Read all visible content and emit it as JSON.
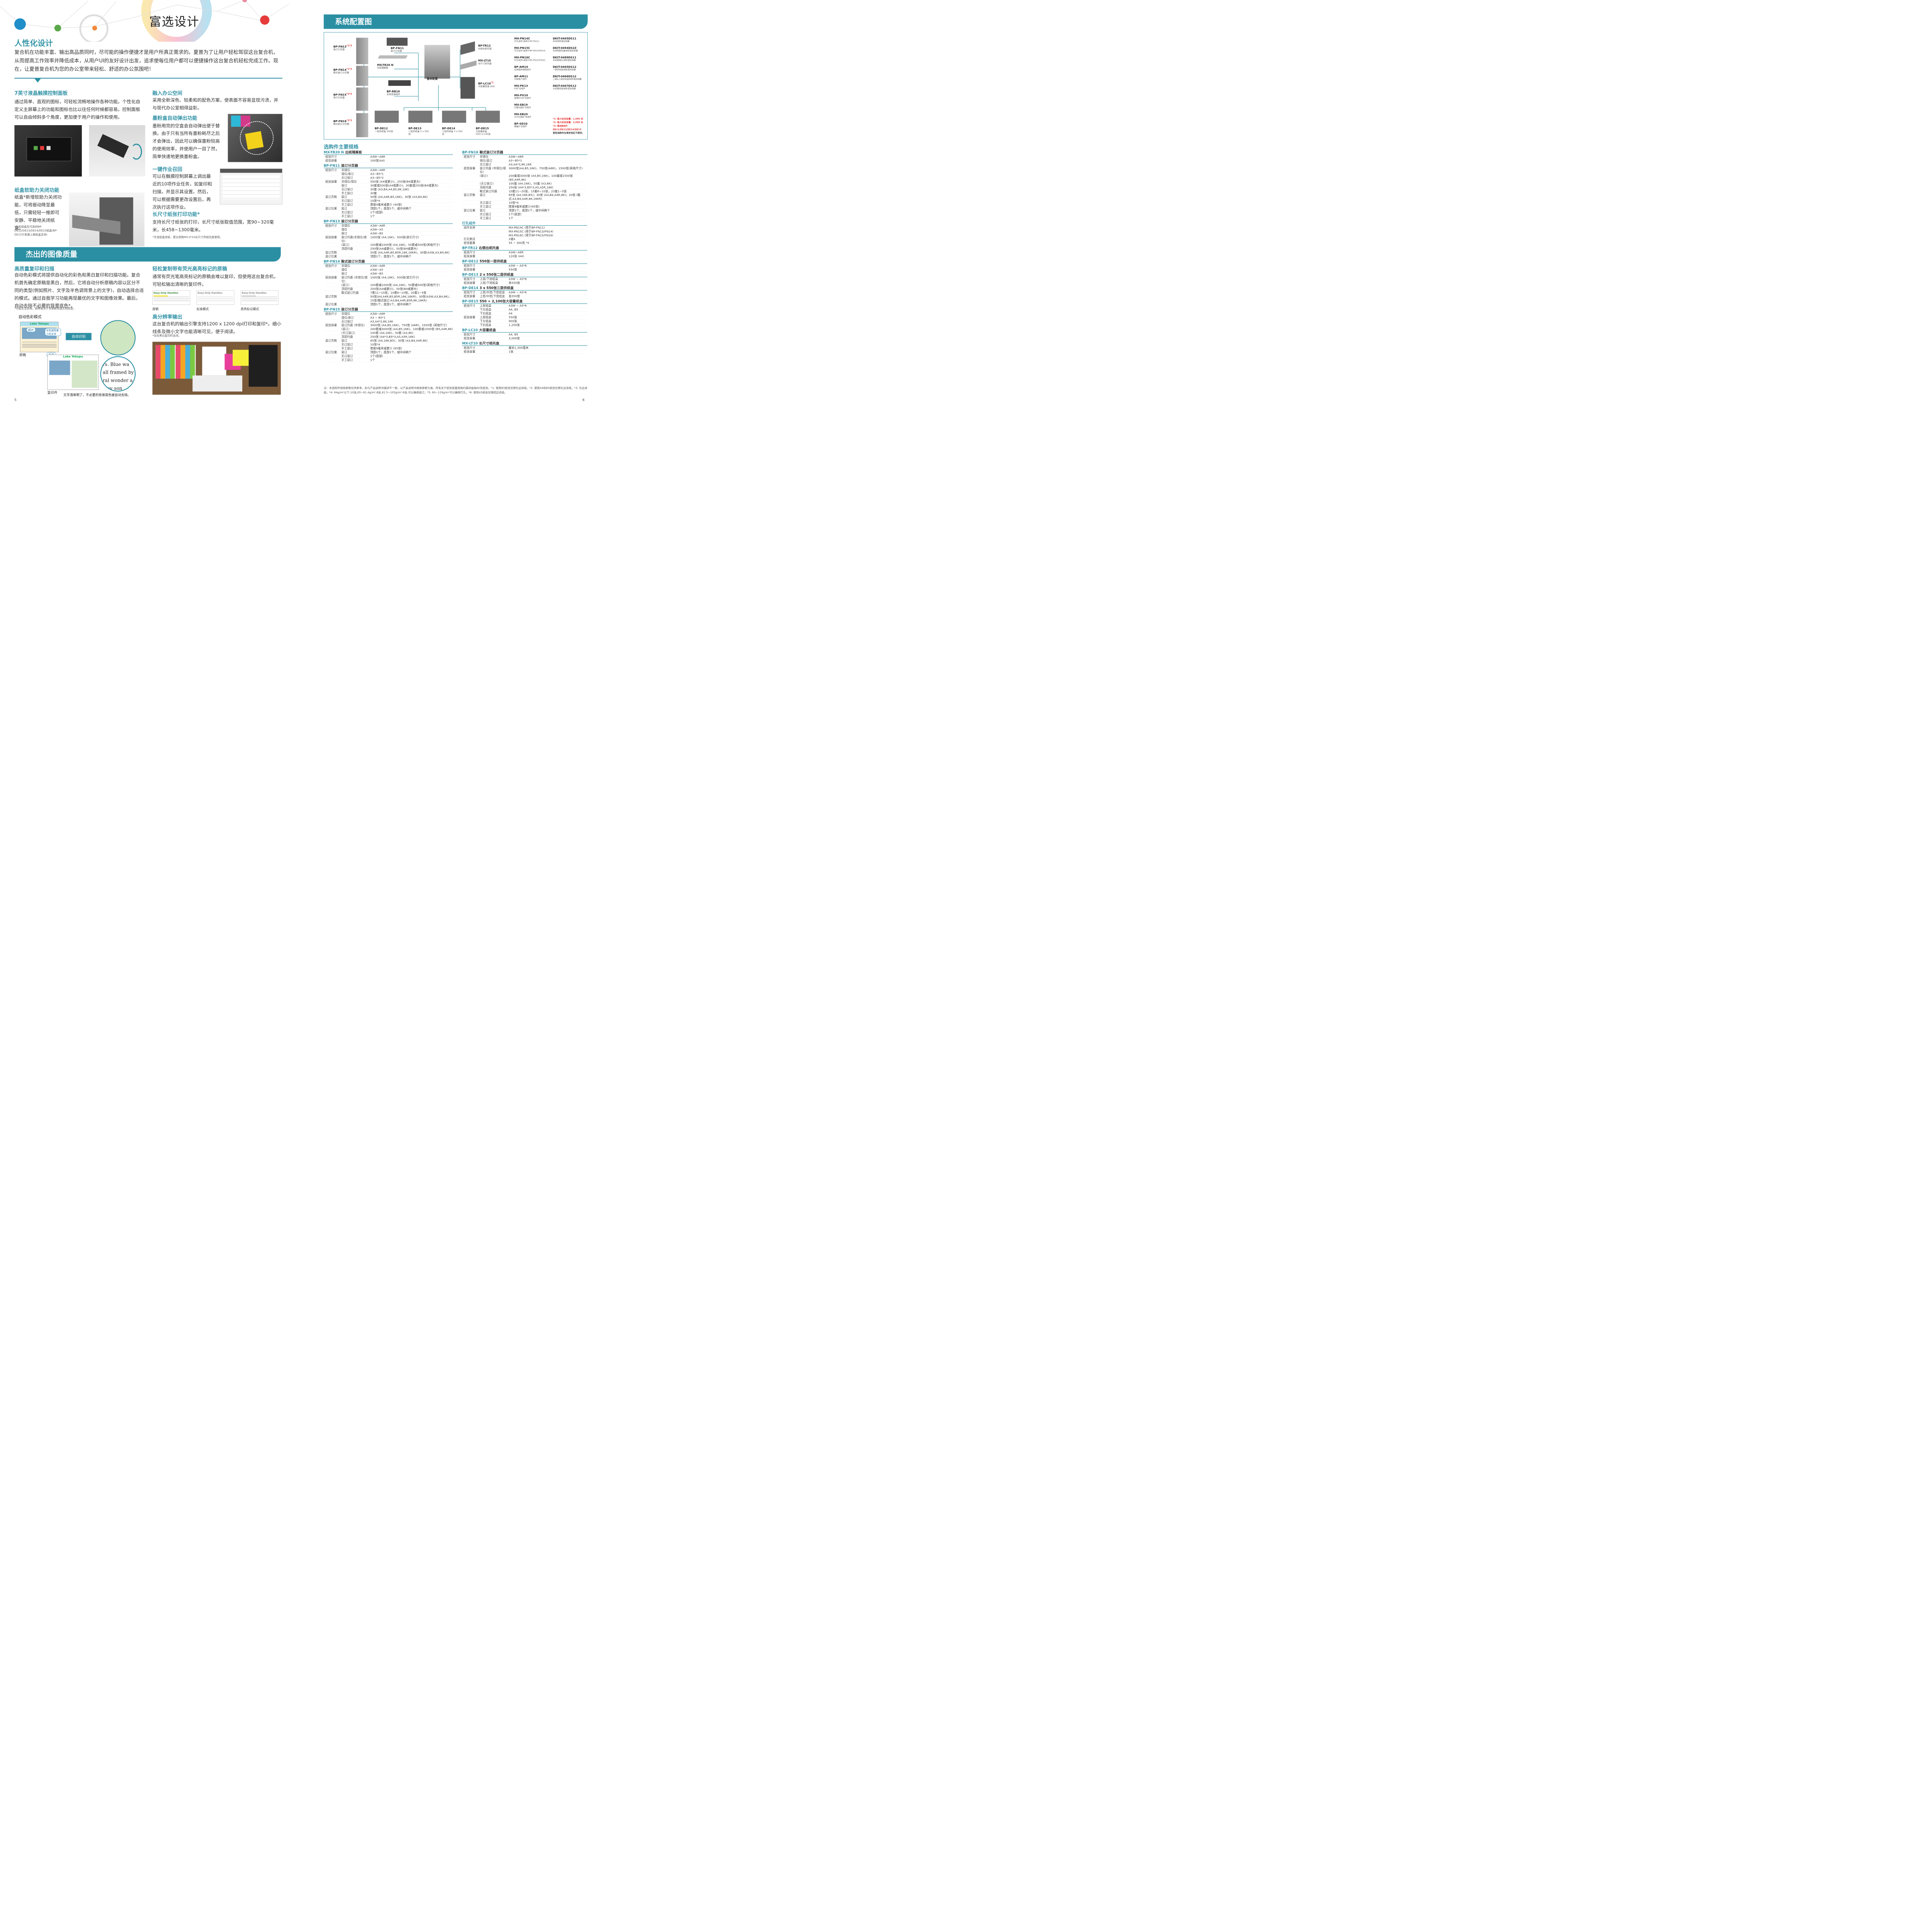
{
  "left": {
    "title": "富选设计",
    "s1": {
      "title": "人性化设计",
      "body": "复合机在功能丰富、输出高品质同时，尽可能的操作便捷才是用户所真正需求的。夏普为了让用户轻松驾驭这台复合机，从而提高工作效率并降低成本，从用户UI的友好设计出发，追求使每位用户都可以便捷操作这台复合机轻松完成工作。现在，让夏普复合机为您的办公室带来轻松、舒适的办公氛围吧！"
    },
    "f1": {
      "title": "7英寸液晶触摸控制面板",
      "body": "通过简单、直观的图标，可轻松流畅地操作各种功能。个性化自定义主屏幕上的功能和图标也比以往任何时候都容易。控制面板可以自由倾斜多个角度，更加便于用户的操作和使用。"
    },
    "f2": {
      "title": "融入办公空间",
      "body": "采用全新深色、较柔和的配色方案，使表面不容易显现污渍，并与现代办公室相得益彰。"
    },
    "f3": {
      "title": "墨粉盒自动弹出功能",
      "body": "墨粉用完的空盒会自动弹出便于替换。由于只有当所有墨粉耗尽之后才会弹出，因此可以确保墨粉较高的使用效率，并使用户一目了然，简单快速地更换墨粉盒。"
    },
    "f4": {
      "title": "一键作业召回",
      "body": "可以在触摸控制屏幕上调出最近的10项作业任务，如复印和扫描，并显示其设置。然后，可以根据需要更改设置后，再次执行这项作业。"
    },
    "f5": {
      "title": "纸盒软助力关闭功能",
      "body": "纸盒*新增软助力关闭功能，可将振动降至最低，只需轻轻一推即可安静、平稳地关闭纸盒。",
      "note": "*主机纸盒及可选的BP-DE12/DE13/DE14/DE15纸盒(BP-DE15只有最上层纸盒支持)"
    },
    "f6": {
      "title": "长尺寸纸张打印功能*",
      "body": "支持长尺寸纸张的打印，长尺寸纸张取值范围，宽90~320毫米，长458~1300毫米。",
      "note": "*手送纸盒进纸，建议选购MX-LT10长尺寸供纸托盘使用。"
    },
    "s2": {
      "title": "杰出的图像质量"
    },
    "f7": {
      "title": "高质量复印和扫描",
      "body": "自动色彩模式将提供自动化的彩色和黑白复印和扫描功能。复合机首先确定原稿是黑白，然后，它将自动分析原稿内容以区分不同的类型(例如照片、文字及半色调背景上的文字)，自动选择合适的模式。通过自我学习功能再现最优的文字和图像效果。最后，自动去除不必要的背景底色*。",
      "note": "*可能无法去除，具体取决于背景颜色或文档类型。"
    },
    "f8": {
      "title": "轻松复制带有荧光高亮标记的原稿",
      "body": "通常有荧光笔高亮标记的原稿会难以复印，但使用这台复合机，可轻松输出清晰的复印件。",
      "modes": [
        "原稿",
        "标准模式",
        "高亮标记模式"
      ],
      "sample": "Easy-Grip Handles"
    },
    "f9": {
      "title": "高分辨率输出",
      "body": "这台复合机的输出引擎支持1200 x 1200 dpi打印和复印*。细小线条及微小文字也能清晰可见，便于阅读。",
      "note": "*仅在黑白复印时支持。"
    },
    "auto": {
      "title": "自动色彩模式",
      "orig": "原稿",
      "copy": "复印件",
      "detect": "自动识别",
      "photo": "照片",
      "half": "半色调背景上的文字",
      "text": "文字",
      "caption": "文字清晰明了，不必要的背景底色被自动去除。",
      "lake": "Lake Tekapo",
      "mag": "rs. Blue wa all framed by ral wonder a njoy son"
    },
    "pageno": "5"
  },
  "right": {
    "title": "系统配置图",
    "diagram": {
      "base": "基本配置",
      "parts": [
        {
          "name": "BP-FN13",
          "sup": "*1*3",
          "desc": "装订分页器"
        },
        {
          "name": "BP-FN14",
          "sup": "*1*3",
          "desc": "鞍式装订分页器"
        },
        {
          "name": "BP-FN15",
          "sup": "*2*3",
          "desc": "装订分页器"
        },
        {
          "name": "BP-FN16",
          "sup": "*2*3",
          "desc": "鞍式装订分页器"
        },
        {
          "name": "BP-FN11",
          "sup": "",
          "desc": "装订分页器"
        },
        {
          "name": "MX-TR20 N",
          "sup": "",
          "desc": "出纸隔离板"
        },
        {
          "name": "BP-RB10",
          "sup": "",
          "desc": "走纸连接组件"
        },
        {
          "name": "BP-TR12",
          "sup": "",
          "desc": "右侧出纸托盘"
        },
        {
          "name": "MX-LT10",
          "sup": "",
          "desc": "长尺寸纸托盘"
        },
        {
          "name": "BP-LC10",
          "sup": "*1",
          "desc": "大容量纸盒 (A4)"
        },
        {
          "name": "BP-DE12",
          "sup": "",
          "desc": "一层供纸盒 550张"
        },
        {
          "name": "BP-DE13",
          "sup": "",
          "desc": "二层供纸盒 2 x 550张"
        },
        {
          "name": "BP-DE14",
          "sup": "",
          "desc": "三层供纸盒 3 x 550张"
        },
        {
          "name": "BP-DE15",
          "sup": "",
          "desc": "大容量纸盒 550+2,100张"
        }
      ],
      "opts_a": [
        {
          "name": "MX-PN14C",
          "desc": "打孔组件(适用于BP-FN11)"
        },
        {
          "name": "MX-PN15C",
          "desc": "打孔组件(适用于BP-FN13/FN14)"
        },
        {
          "name": "MX-PN16C",
          "desc": "打孔组件(适用于BP-FN15/FN16)"
        },
        {
          "name": "BP-AM10",
          "desc": "应用程序通信组件"
        },
        {
          "name": "BP-AM11",
          "desc": "外部账户组件"
        },
        {
          "name": "MX-PK13",
          "desc": "PS扩充组件"
        },
        {
          "name": "MX-PU10",
          "desc": "直接打印扩充组件"
        },
        {
          "name": "MX-EB19",
          "desc": "扫描功能扩充组件"
        },
        {
          "name": "MX-EB20",
          "desc": "OCR功能扩充组件"
        },
        {
          "name": "BP-SD10",
          "desc": "硬盘扩充组件"
        }
      ],
      "opts_b": [
        {
          "name": "DKIT-0495DS11",
          "desc": "本体用除湿加热器"
        },
        {
          "name": "DKIT-0494DS2Z",
          "desc": "本体和配纸盘用除湿加热器"
        },
        {
          "name": "DKIT-0489DS11",
          "desc": "本体首稿台用除湿加热器"
        },
        {
          "name": "DKIT-0465DS12",
          "desc": "一层供纸盒用除湿加热器"
        },
        {
          "name": "DKIT-0466DS12",
          "desc": "二层&三层供纸盒用除湿加热器"
        },
        {
          "name": "DKIT-0467DS12",
          "desc": "大容量纸盒用除湿加热器"
        }
      ],
      "notes": [
        "*1: 最大纸张容量：1,000 张",
        "*2: 最大纸张容量：3,000 张",
        "*3: 需选购BP-DE12/DE13/DE14/DE15",
        "某些选购件在某些地区不提供。"
      ]
    },
    "spec_title": "选购件主要规格",
    "specs_left": [
      {
        "id": "MX-TR20 N",
        "name": "出纸隔离板",
        "rows": [
          [
            "纸张尺寸",
            "",
            "A3W~A6R"
          ],
          [
            "纸张容量",
            "",
            "100张(A4)"
          ]
        ]
      },
      {
        "id": "BP-FN11",
        "name": "装订分页器",
        "rows": [
          [
            "纸张尺寸",
            "非错位",
            "A3W~A6R"
          ],
          [
            "",
            "错位/装订",
            "A3~B5*1"
          ],
          [
            "",
            "无订装订",
            "A3~B5*2"
          ],
          [
            "纸张容量",
            "非错位/错位",
            "500张 (A4或更小)，250张(B4或更大)"
          ],
          [
            "",
            "装订",
            "30套或500张(A4或更小)，30套或250张(B4或更大)"
          ],
          [
            "",
            "无订装订",
            "30套 (A3,B4,A4,B5,8K,16K)"
          ],
          [
            "",
            "手工装订",
            "30套"
          ],
          [
            "装订页数",
            "装订",
            "50张 (A4,A4R,B5,16K)，30张 (A3,B4,8K)"
          ],
          [
            "",
            "无订装订",
            "10张*4"
          ],
          [
            "",
            "手工装订",
            "厚度4毫米或更少 (40张)"
          ],
          [
            "装订位置",
            "装订",
            "顶部1个，底部1个，或中间两个"
          ],
          [
            "",
            "无订装订",
            "1个(底部)"
          ],
          [
            "",
            "手工装订",
            "1个"
          ]
        ]
      },
      {
        "id": "BP-FN13",
        "name": "装订分页器",
        "rows": [
          [
            "纸张尺寸",
            "非错位",
            "A3W~A6R"
          ],
          [
            "",
            "错位",
            "A3W~A5"
          ],
          [
            "",
            "装订",
            "A3W~B5"
          ],
          [
            "纸张容量",
            "装订托盘(非错位/错位)",
            "1000张 (A4,16K)，500张(其它尺寸)"
          ],
          [
            "",
            "(装订)",
            "100套或1000张 (A4,16K)，50套或500张(其他尺寸)"
          ],
          [
            "",
            "顶层托盘",
            "250张(A4或更小)，50张(B4或更大)"
          ],
          [
            "装订页数",
            "",
            "50张 (A4,A4R,B5,B5R,16K,16KR)，30张(A3W,A3,B4,8K)"
          ],
          [
            "装订位置",
            "",
            "顶部1个，底部1个，或中间两个"
          ]
        ]
      },
      {
        "id": "BP-FN14",
        "name": "鞍式装订分页器",
        "rows": [
          [
            "纸张尺寸",
            "非错位",
            "A3W~A6R"
          ],
          [
            "",
            "错位",
            "A3W~A5"
          ],
          [
            "",
            "装订",
            "A3W~B5"
          ],
          [
            "纸张容量",
            "装订托盘 (非错位/错位)",
            "1000张 (A4,16K)，500张(其它尺寸)"
          ],
          [
            "",
            "(装订)",
            "100套或1000张 (A4,16K)，50套或500张(其他尺寸)"
          ],
          [
            "",
            "顶层托盘",
            "250张(A4或更小)，50张(B4或更大)"
          ],
          [
            "",
            "鞍式装订托盘",
            "7套11~15张，10套6~10张，20套1~5张"
          ],
          [
            "装订页数",
            "",
            "50张(A4,A4R,B5,B5R,16K,16KR)，30张(A3W,A3,B4,8K)，15张(鞍式装订:A3,B4,A4R,B5R,8K,16KR)"
          ],
          [
            "装订位置",
            "",
            "顶部1个，底部1个，或中间两个"
          ]
        ]
      },
      {
        "id": "BP-FN15",
        "name": "装订分页器",
        "rows": [
          [
            "纸张尺寸",
            "非错位",
            "A3W~A6R"
          ],
          [
            "",
            "错位/装订",
            "A3 ~ B5*1"
          ],
          [
            "",
            "无订装订",
            "A3,A4*3,8K,16K"
          ],
          [
            "纸张容量",
            "装订托盘 (非错位)",
            "3000张 (A4,B5,16K)，750张 (A6R)，1500张 (其他尺寸)"
          ],
          [
            "",
            "(装订)",
            "200套或3000张 (A4,B5,16K)，100套或1500张 (B5,A4R,8K)"
          ],
          [
            "",
            "(无订装订)",
            "100套 (A4,16K)，50套 (A3,8K)"
          ],
          [
            "",
            "顶层托盘",
            "250张 (A4*3,B5*3,A5,A5R,16K)"
          ],
          [
            "装订页数",
            "装订",
            "65张 (A4,16K,B5)，30张 (A3,B4,A4R,8K)"
          ],
          [
            "",
            "无订装订",
            "10张*4"
          ],
          [
            "",
            "手工装订",
            "厚度9毫米或更少 (65张)"
          ],
          [
            "装订位置",
            "装订",
            "顶部1个，底部1个，或中间两个"
          ],
          [
            "",
            "无订装订",
            "1个(底部)"
          ],
          [
            "",
            "手工装订",
            "1个"
          ]
        ]
      }
    ],
    "specs_right": [
      {
        "id": "BP-FN16",
        "name": "鞍式装订分页器",
        "rows": [
          [
            "纸张尺寸",
            "非错位",
            "A3W~A6R"
          ],
          [
            "",
            "错位/装订",
            "A3~B5*1"
          ],
          [
            "",
            "无订装订",
            "A3,A4*3,8K,16K"
          ],
          [
            "纸张容量",
            "装订托盘 (非错位/错位)",
            "3000张(A4,B5,16K)，750张(A6R)，1500张(其他尺寸)"
          ],
          [
            "",
            "(装订)",
            "200套或3000张 (A4,B5,16K)，100套或1500张 (B5,A4R,8K)"
          ],
          [
            "",
            "(无订装订)",
            "100套 (A4,16K)，50套 (A3,8K)"
          ],
          [
            "",
            "顶层托盘",
            "250张 (A4*3,B5*3,A5,A5R,16K)"
          ],
          [
            "",
            "鞍式装订托盘",
            "10套11~20张，15套6~10张，25套1~5张"
          ],
          [
            "装订页数",
            "装订",
            "65张 (A4,16K,B5)；30张 (A3,B4,A4R,8K)；20张 (鞍式:A3,B4,A4R,8K,16KR)"
          ],
          [
            "",
            "无订装订",
            "10张*4"
          ],
          [
            "",
            "手工装订",
            "厚度9毫米或更少(65张)"
          ],
          [
            "装订位置",
            "装订",
            "顶部1个，底部1个，或中间两个"
          ],
          [
            "",
            "无订装订",
            "1个(底部)"
          ],
          [
            "",
            "手工装订",
            "1个"
          ]
        ]
      },
      {
        "id": "打孔组件",
        "name": "",
        "rows": [
          [
            "组件名称",
            "",
            "MX-PN14C (用于BP-FN11)"
          ],
          [
            "",
            "",
            "MX-PN15C (用于BP-FN13/FN14)"
          ],
          [
            "",
            "",
            "MX-PN16C (用于BP-FN15/FN16)"
          ],
          [
            "打孔数目",
            "",
            "2或4"
          ],
          [
            "纸张重量",
            "",
            "55 ~ 300克 *5"
          ]
        ]
      },
      {
        "id": "BP-TR12",
        "name": "右侧出纸托盘",
        "rows": [
          [
            "纸张尺寸",
            "",
            "A3W~A6R"
          ],
          [
            "纸张容量",
            "",
            "120张 (A4)"
          ]
        ]
      },
      {
        "id": "BP-DE12",
        "name": "550张一层供纸盒",
        "rows": [
          [
            "纸张尺寸",
            "",
            "A3W ~ A5*6"
          ],
          [
            "纸张容量",
            "",
            "550张"
          ]
        ]
      },
      {
        "id": "BP-DE13",
        "name": "2 x 550张二层供纸盒",
        "rows": [
          [
            "纸张尺寸",
            "上层/下层纸盒",
            "A3W ~ A5*6"
          ],
          [
            "纸张容量",
            "上层/下层纸盒",
            "各550张"
          ]
        ]
      },
      {
        "id": "BP-DE14",
        "name": "3 x 550张三层供纸盒",
        "rows": [
          [
            "纸张尺寸",
            "上层/中层/下层纸盒",
            "A3W ~ A5*6"
          ],
          [
            "纸张容量",
            "上层/中层/下层纸盒",
            "各550张"
          ]
        ]
      },
      {
        "id": "BP-DE15",
        "name": "550 + 2,100张大容量纸盒",
        "rows": [
          [
            "纸张尺寸",
            "上层纸盒",
            "A3W ~ A5*6"
          ],
          [
            "",
            "下左纸盒",
            "A4, B5"
          ],
          [
            "",
            "下右纸盒",
            "A4"
          ],
          [
            "纸张容量",
            "上层纸盒",
            "550张"
          ],
          [
            "",
            "下左纸盒",
            "900张"
          ],
          [
            "",
            "下右纸盒",
            "1,200张"
          ]
        ]
      },
      {
        "id": "BP-LC10",
        "name": "大容量纸盒",
        "rows": [
          [
            "纸张尺寸",
            "",
            "A4, B5"
          ],
          [
            "纸张容量",
            "",
            "3,000张"
          ]
        ]
      },
      {
        "id": "MX-LT10",
        "name": "长尺寸纸托盘",
        "rows": [
          [
            "纸张尺寸",
            "",
            "最长1,300毫米"
          ],
          [
            "纸张容量",
            "",
            "1张"
          ]
        ]
      }
    ],
    "footnote": "注：本选购件规格参数仅供参考，如与产品说明书描述不一致，以产品说明书规格参数为准。所有关于纸张容量规格的描述是指80克纸张。*1: 使用B5纸张仅限长边进纸。*2: 使用A4和B5纸张仅限长边进纸。*3: 长边进纸。*4: 64g/m²以下:10张,65~81.4g/m²:8张,81.5~105g/m²:6张,可以确保装订。*5: 60~129g/m²可以确保打孔。*6: 使用A5纸张仅限短边进纸。",
    "pageno": "6"
  },
  "colors": {
    "accent": "#2b8fa3",
    "red": "#e53b3b",
    "blue": "#1f8ec9",
    "green": "#5aa84a",
    "orange": "#f0883c",
    "purple": "#7a5fa8"
  }
}
